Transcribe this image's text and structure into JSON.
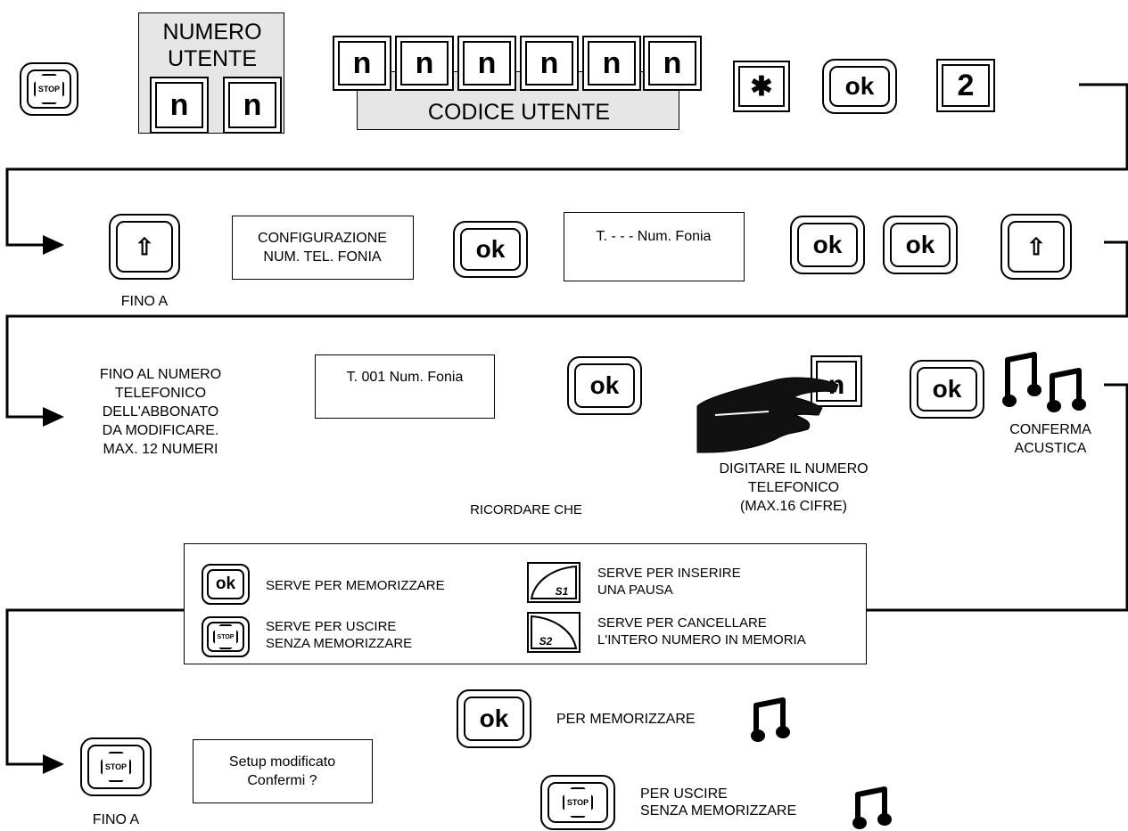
{
  "row1": {
    "numero_utente_title": "NUMERO\nUTENTE",
    "n": "n",
    "codice_utente_label": "CODICE UTENTE",
    "star": "✱",
    "ok": "ok",
    "two": "2",
    "stop": "STOP"
  },
  "row2": {
    "fino_a": "FINO A",
    "config_box": "CONFIGURAZIONE\nNUM. TEL. FONIA",
    "display_box": "T. - - -  Num. Fonia",
    "arrow_up": "⇧"
  },
  "row3": {
    "fino_al_numero": "FINO AL NUMERO\nTELEFONICO\nDELL'ABBONATO\nDA MODIFICARE.\nMAX. 12 NUMERI",
    "display_box": "T. 001  Num. Fonia",
    "digitare": "DIGITARE IL NUMERO\nTELEFONICO\n(MAX.16 CIFRE)",
    "conferma": "CONFERMA\nACUSTICA",
    "ricordare": "RICORDARE CHE"
  },
  "legend": {
    "ok_desc": "SERVE PER MEMORIZZARE",
    "stop_desc": "SERVE PER USCIRE\nSENZA MEMORIZZARE",
    "s1_label": "S1",
    "s1_desc": "SERVE PER INSERIRE\nUNA PAUSA",
    "s2_label": "S2",
    "s2_desc": "SERVE PER CANCELLARE\nL'INTERO NUMERO IN MEMORIA"
  },
  "row4": {
    "fino_a": "FINO A",
    "setup_box": "Setup modificato\nConfermi ?",
    "per_memorizzare": "PER MEMORIZZARE",
    "per_uscire": "PER USCIRE\nSENZA MEMORIZZARE"
  },
  "icons": [
    "stop-icon",
    "arrow-up-icon",
    "ok-icon",
    "star-icon",
    "musical-note-icon",
    "pointing-hand-icon",
    "s1-key-icon",
    "s2-key-icon"
  ]
}
